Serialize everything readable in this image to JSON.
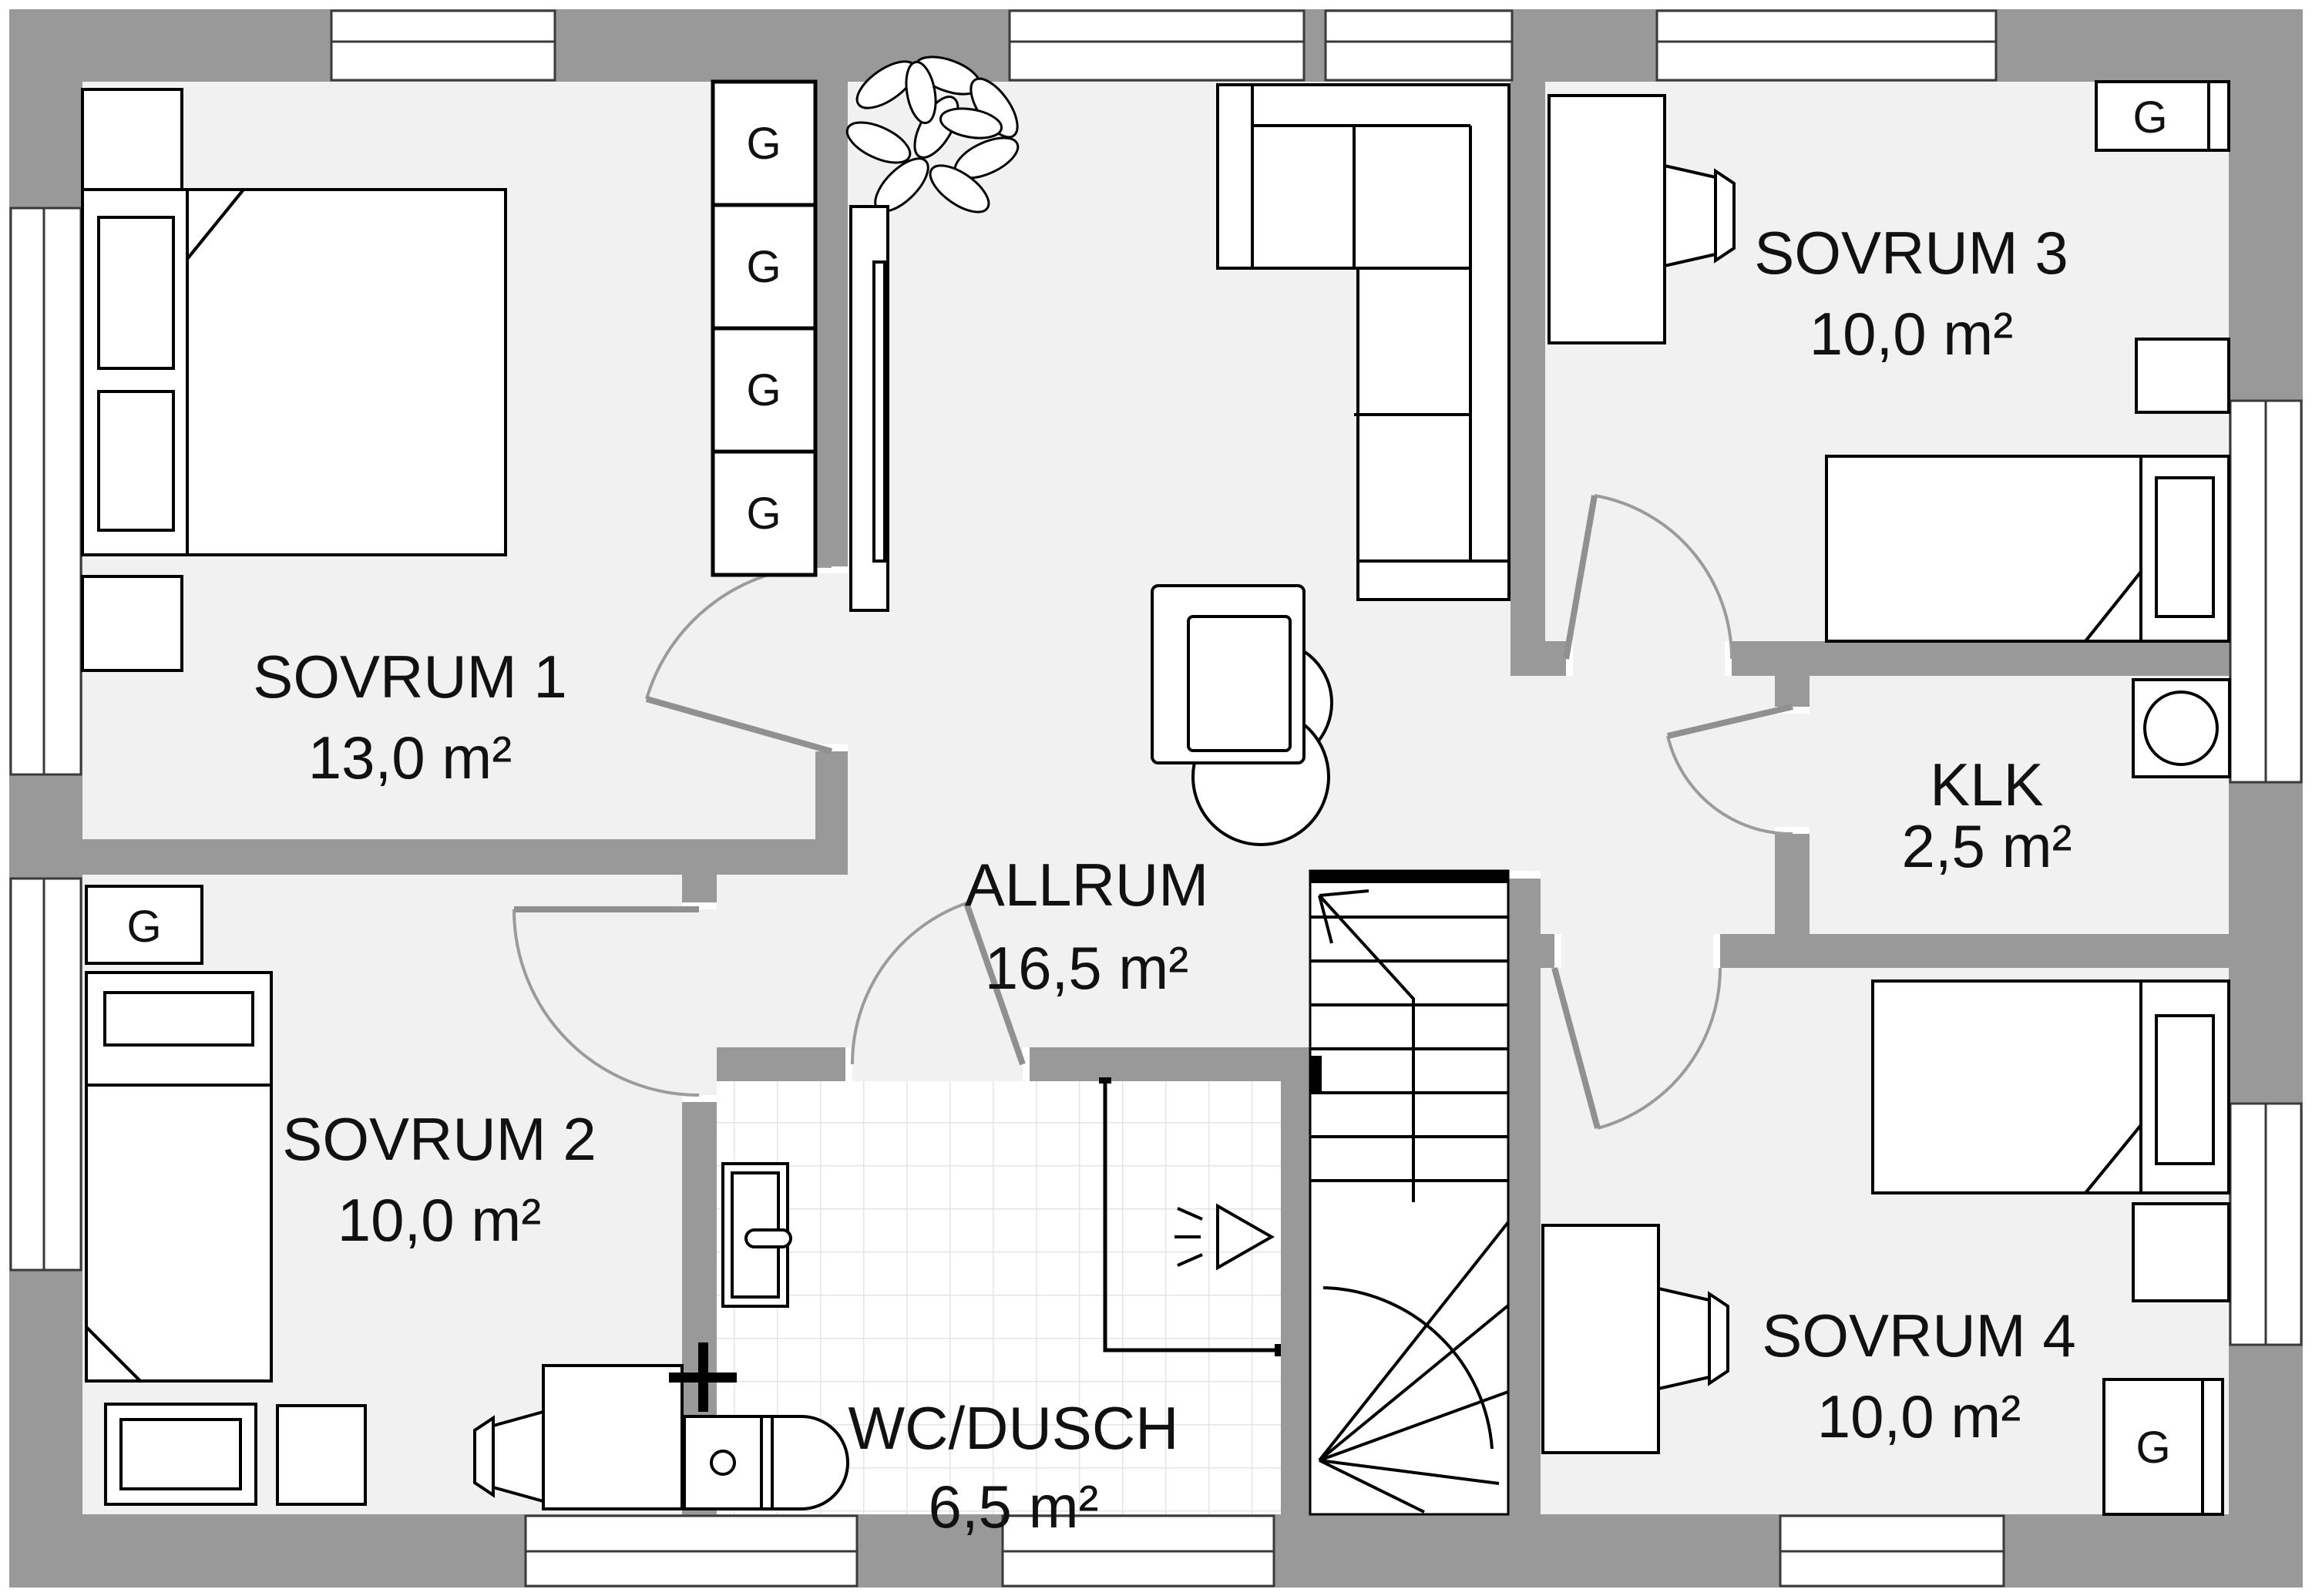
{
  "plan": {
    "rooms": [
      {
        "id": "sovrum1",
        "name": "SOVRUM 1",
        "area": "13,0 m²"
      },
      {
        "id": "sovrum2",
        "name": "SOVRUM 2",
        "area": "10,0 m²"
      },
      {
        "id": "sovrum3",
        "name": "SOVRUM 3",
        "area": "10,0 m²"
      },
      {
        "id": "sovrum4",
        "name": "SOVRUM 4",
        "area": "10,0 m²"
      },
      {
        "id": "allrum",
        "name": "ALLRUM",
        "area": "16,5 m²"
      },
      {
        "id": "wc",
        "name": "WC/DUSCH",
        "area": "6,5 m²"
      },
      {
        "id": "klk",
        "name": "KLK",
        "area": "2,5 m²"
      }
    ],
    "wardrobe_label": "G",
    "colors": {
      "wall": "#999999",
      "floor": "#f1f1f1",
      "tile_line": "#e4e4e4",
      "outline": "#000000",
      "door": "#909090"
    }
  }
}
